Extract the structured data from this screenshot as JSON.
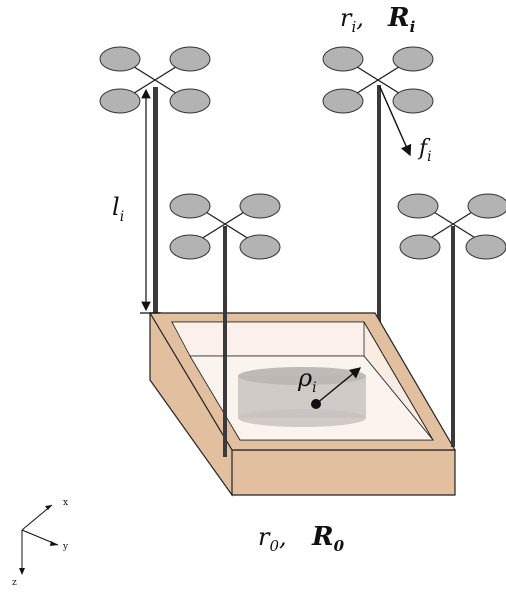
{
  "labels": {
    "top_r": "r",
    "top_r_sub": "i",
    "top_R": "R",
    "top_R_sub": "i",
    "force": "f",
    "force_sub": "i",
    "cable_length": "l",
    "cable_length_sub": "i",
    "offset": "ρ",
    "offset_sub": "i",
    "bottom_r": "r",
    "bottom_r_sub": "0",
    "bottom_R": "R",
    "bottom_R_sub": "0"
  },
  "axes": {
    "x": "x",
    "y": "y",
    "z": "z"
  },
  "colors": {
    "rotor": "#b3b3b3",
    "platform_outer": "#e1bf9f",
    "platform_inner": "#f8ece3",
    "cylinder": "#c8c3bf",
    "cable": "#3a3a3a"
  },
  "icons": [
    "quadrotor-icon",
    "quadrotor-icon",
    "quadrotor-icon",
    "quadrotor-icon"
  ]
}
